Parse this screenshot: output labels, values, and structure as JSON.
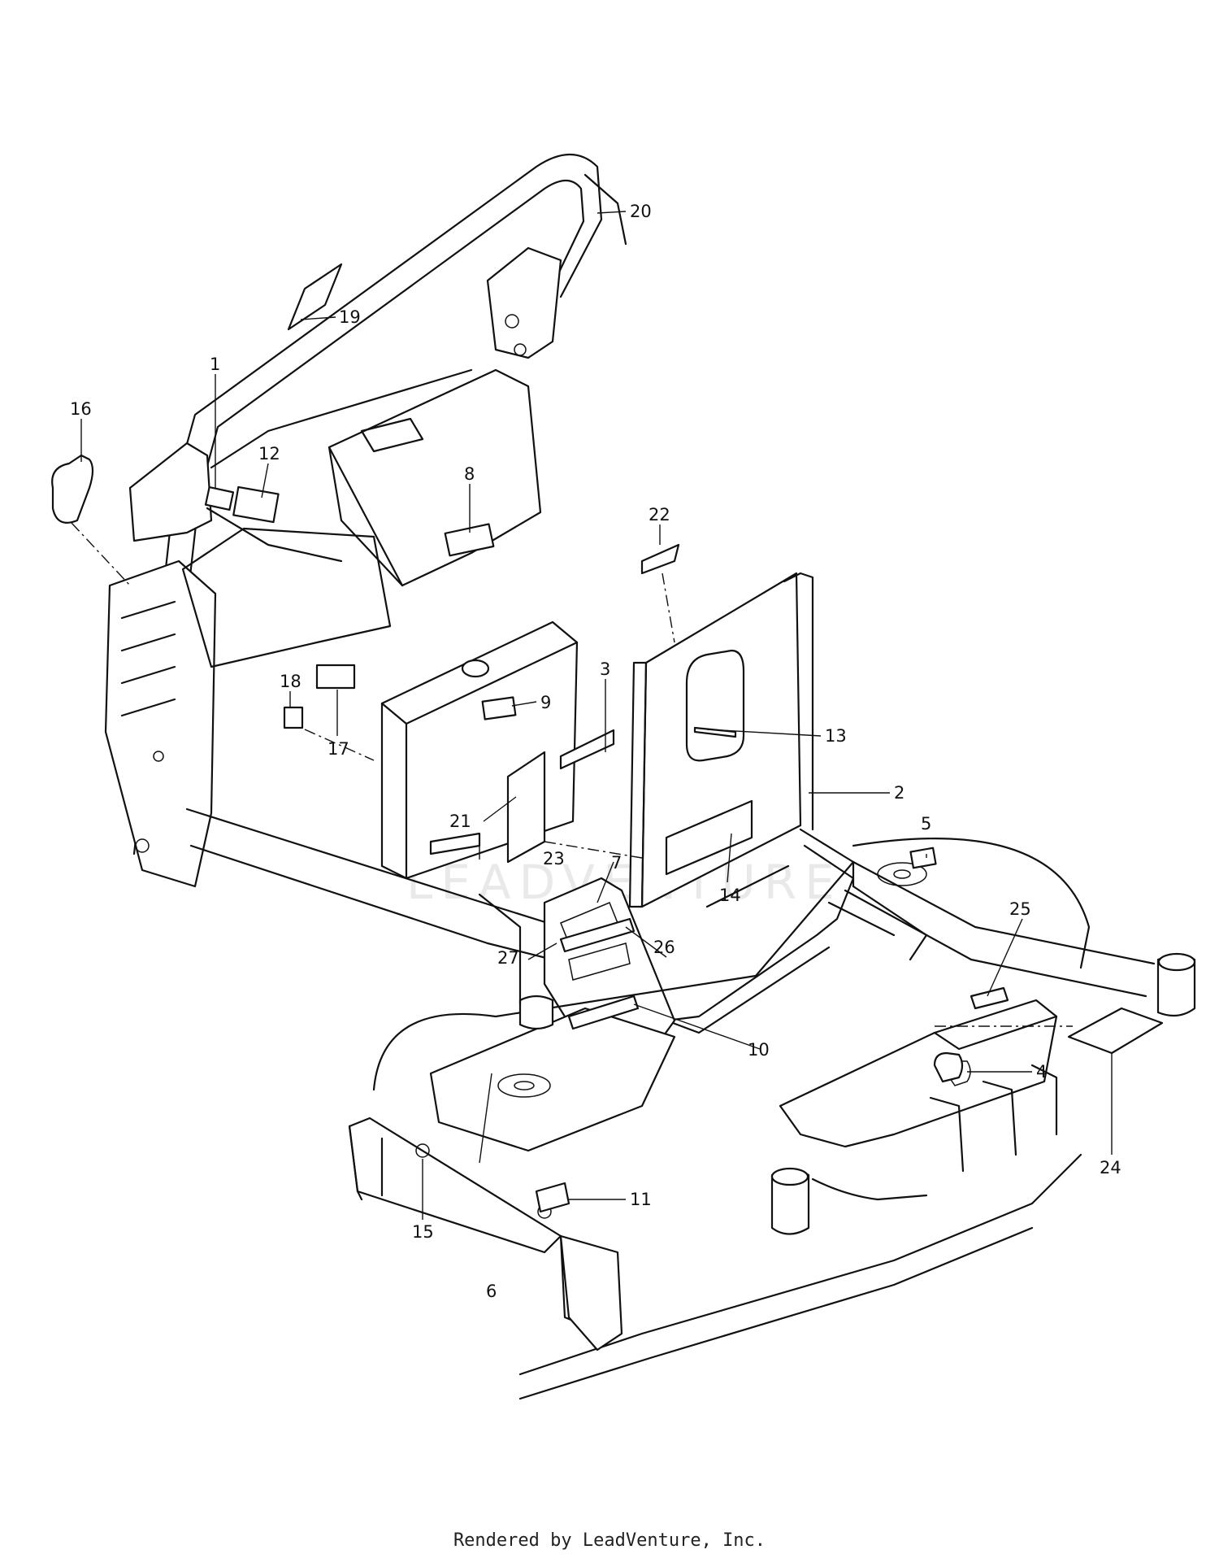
{
  "diagram": {
    "watermark_text": "LEADVENTURE",
    "footer_text": "Rendered by LeadVenture, Inc.",
    "callouts": [
      {
        "id": "1",
        "label": "1"
      },
      {
        "id": "2",
        "label": "2"
      },
      {
        "id": "3",
        "label": "3"
      },
      {
        "id": "4",
        "label": "4"
      },
      {
        "id": "5",
        "label": "5"
      },
      {
        "id": "6",
        "label": "6"
      },
      {
        "id": "7",
        "label": "7"
      },
      {
        "id": "8",
        "label": "8"
      },
      {
        "id": "9",
        "label": "9"
      },
      {
        "id": "10",
        "label": "10"
      },
      {
        "id": "11",
        "label": "11"
      },
      {
        "id": "12",
        "label": "12"
      },
      {
        "id": "13",
        "label": "13"
      },
      {
        "id": "14",
        "label": "14"
      },
      {
        "id": "15",
        "label": "15"
      },
      {
        "id": "16",
        "label": "16"
      },
      {
        "id": "17",
        "label": "17"
      },
      {
        "id": "18",
        "label": "18"
      },
      {
        "id": "19",
        "label": "19"
      },
      {
        "id": "20",
        "label": "20"
      },
      {
        "id": "21",
        "label": "21"
      },
      {
        "id": "22",
        "label": "22"
      },
      {
        "id": "23",
        "label": "23"
      },
      {
        "id": "24",
        "label": "24"
      },
      {
        "id": "25",
        "label": "25"
      },
      {
        "id": "26",
        "label": "26"
      },
      {
        "id": "27",
        "label": "27"
      }
    ]
  }
}
